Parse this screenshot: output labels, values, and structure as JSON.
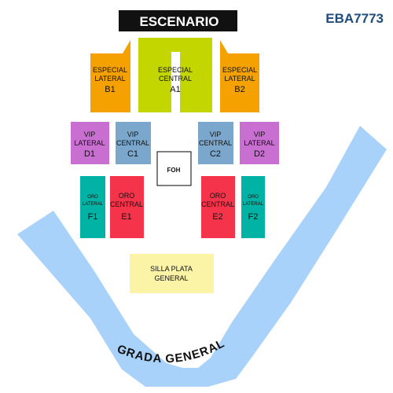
{
  "event_code": "EBA7773",
  "stage": {
    "label": "ESCENARIO"
  },
  "foh": {
    "label": "FOH"
  },
  "colors": {
    "especial_lateral": "#F5A100",
    "especial_central": "#C3D600",
    "vip_lateral": "#C96FD1",
    "vip_central": "#7BA7CC",
    "oro_lateral": "#00B3A4",
    "oro_central": "#F5344B",
    "silla_plata": "#FBF3A6",
    "grada": "#A9D2FB",
    "code": "#1F4C7A",
    "stage_bg": "#111111"
  },
  "zones": {
    "b1": {
      "line1": "ESPECIAL",
      "line2": "LATERAL",
      "code": "B1"
    },
    "a1": {
      "line1": "ESPECIAL",
      "line2": "CENTRAL",
      "code": "A1"
    },
    "b2": {
      "line1": "ESPECIAL",
      "line2": "LATERAL",
      "code": "B2"
    },
    "d1": {
      "line1": "VIP",
      "line2": "LATERAL",
      "code": "D1"
    },
    "c1": {
      "line1": "VIP",
      "line2": "CENTRAL",
      "code": "C1"
    },
    "c2": {
      "line1": "VIP",
      "line2": "CENTRAL",
      "code": "C2"
    },
    "d2": {
      "line1": "VIP",
      "line2": "LATERAL",
      "code": "D2"
    },
    "f1": {
      "line1": "ORO",
      "line2": "LATERAL",
      "code": "F1"
    },
    "e1": {
      "line1": "ORO",
      "line2": "CENTRAL",
      "code": "E1"
    },
    "e2": {
      "line1": "ORO",
      "line2": "CENTRAL",
      "code": "E2"
    },
    "f2": {
      "line1": "ORO",
      "line2": "LATERAL",
      "code": "F2"
    },
    "silla": {
      "line1": "SILLA PLATA",
      "line2": "GENERAL"
    },
    "grada": {
      "label": "GRADA GENERAL"
    }
  }
}
